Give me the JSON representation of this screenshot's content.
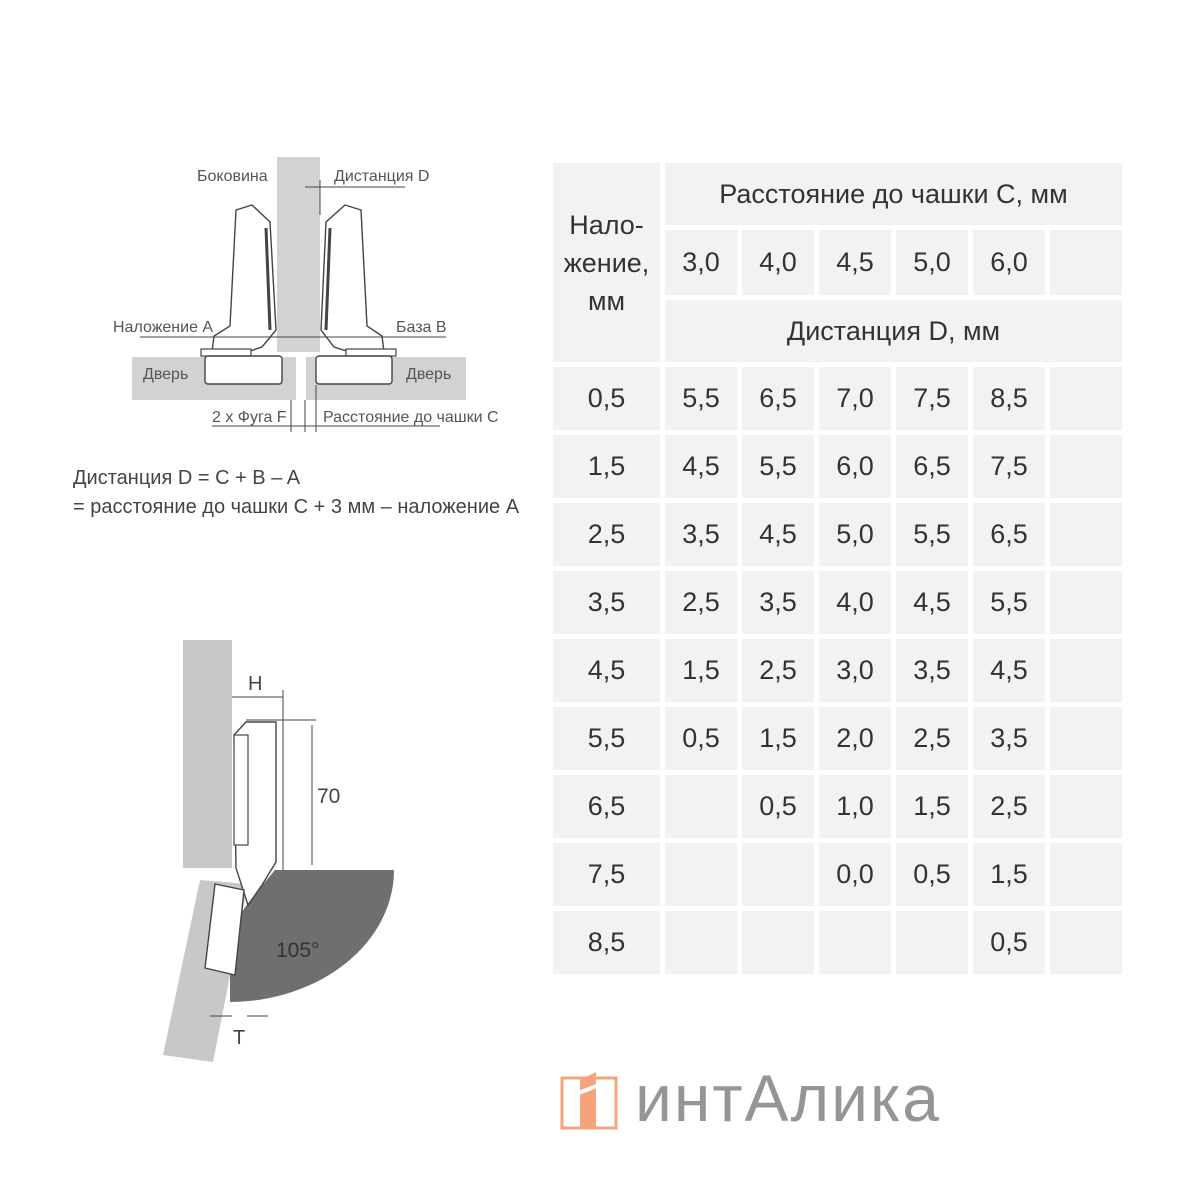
{
  "top_diagram": {
    "side_panel": "Боковина",
    "distance_d": "Дистанция D",
    "overlay_a": "Наложение A",
    "base_b": "База B",
    "door_left": "Дверь",
    "door_right": "Дверь",
    "gap_f": "2 x Фуга F",
    "cup_distance_c": "Расстояние до чашки C"
  },
  "formula": {
    "line1": "Дистанция D = C + B – A",
    "line2": "= расстояние до чашки C + 3 мм – наложение A"
  },
  "bottom_diagram": {
    "h_label": "H",
    "height_label": "70",
    "angle_label": "105°",
    "t_label": "T"
  },
  "table": {
    "overlay_header": "Нало-\nжение,\nмм",
    "cup_distance_header": "Расстояние до чашки C, мм",
    "c_values": [
      "3,0",
      "4,0",
      "4,5",
      "5,0",
      "6,0",
      ""
    ],
    "distance_header": "Дистанция D, мм",
    "rows": [
      {
        "a": "0,5",
        "d": [
          "5,5",
          "6,5",
          "7,0",
          "7,5",
          "8,5",
          ""
        ]
      },
      {
        "a": "1,5",
        "d": [
          "4,5",
          "5,5",
          "6,0",
          "6,5",
          "7,5",
          ""
        ]
      },
      {
        "a": "2,5",
        "d": [
          "3,5",
          "4,5",
          "5,0",
          "5,5",
          "6,5",
          ""
        ]
      },
      {
        "a": "3,5",
        "d": [
          "2,5",
          "3,5",
          "4,0",
          "4,5",
          "5,5",
          ""
        ]
      },
      {
        "a": "4,5",
        "d": [
          "1,5",
          "2,5",
          "3,0",
          "3,5",
          "4,5",
          ""
        ]
      },
      {
        "a": "5,5",
        "d": [
          "0,5",
          "1,5",
          "2,0",
          "2,5",
          "3,5",
          ""
        ]
      },
      {
        "a": "6,5",
        "d": [
          "",
          "0,5",
          "1,0",
          "1,5",
          "2,5",
          ""
        ]
      },
      {
        "a": "7,5",
        "d": [
          "",
          "",
          "0,0",
          "0,5",
          "1,5",
          ""
        ]
      },
      {
        "a": "8,5",
        "d": [
          "",
          "",
          "",
          "",
          "0,5",
          ""
        ]
      }
    ]
  },
  "watermark": {
    "text": "интАлика",
    "color": "#f4a37a"
  }
}
